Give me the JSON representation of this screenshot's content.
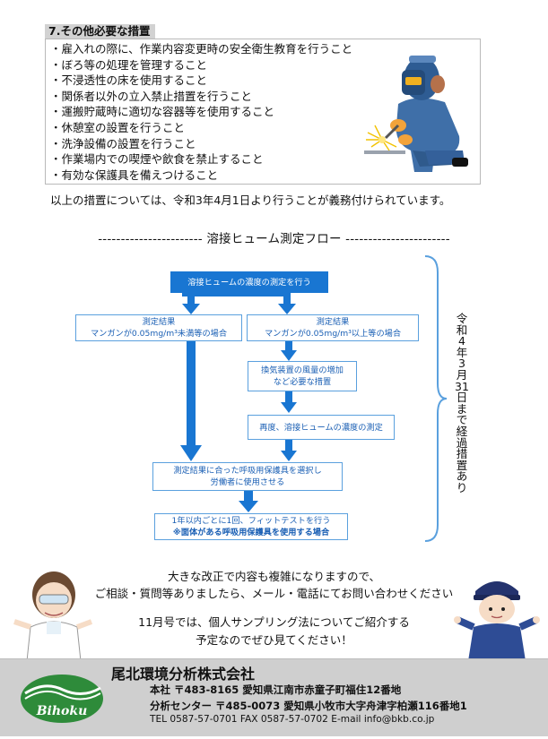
{
  "section": {
    "title": "7.その他必要な措置",
    "items": [
      "・雇入れの際に、作業内容変更時の安全衛生教育を行うこと",
      "・ぼろ等の処理を管理すること",
      "・不浸透性の床を使用すること",
      "・関係者以外の立入禁止措置を行うこと",
      "・運搬貯蔵時に適切な容器等を使用すること",
      "・休憩室の設置を行うこと",
      "・洗浄設備の設置を行うこと",
      "・作業場内での喫煙や飲食を禁止すること",
      "・有効な保護具を備えつけること"
    ],
    "notice": "以上の措置については、令和3年4月1日より行うことが義務付けられています。"
  },
  "flow": {
    "title": "----------------------- 溶接ヒューム測定フロー -----------------------",
    "start": "溶接ヒュームの濃度の測定を行う",
    "left_result_line1": "測定結果",
    "left_result_line2": "マンガンが0.05mg/m³未満等の場合",
    "right_result_line1": "測定結果",
    "right_result_line2": "マンガンが0.05mg/m³以上等の場合",
    "vent_line1": "換気装置の風量の増加",
    "vent_line2": "など必要な措置",
    "remeasure": "再度、溶接ヒュームの濃度の測定",
    "respirator_line1": "測定結果に合った呼吸用保護具を選択し",
    "respirator_line2": "労働者に使用させる",
    "fittest_line1": "1年以内ごとに1回、フィットテストを行う",
    "fittest_line2": "※面体がある呼吸用保護具を使用する場合",
    "deadline": "令和4年3月31日まで経過措置あり"
  },
  "closing": {
    "line1": "大きな改正で内容も複雑になりますので、",
    "line2": "ご相談・質問等ありましたら、メール・電話にてお問い合わせください",
    "line3": "11月号では、個人サンプリング法についてご紹介する",
    "line4": "予定なのでぜひ見てください！"
  },
  "footer": {
    "company": "尾北環境分析株式会社",
    "logo": "Bihoku",
    "head_office": "本社 〒483-8165 愛知県江南市赤童子町福住12番地",
    "analysis_center": "分析センター 〒485-0073 愛知県小牧市大字舟津字柏瀬116番地1",
    "contact": "TEL 0587-57-0701   FAX 0587-57-0702   E-mail info@bkb.co.jp"
  },
  "colors": {
    "flow_blue": "#1976d2",
    "flow_border": "#5aa0de",
    "footer_gray": "#cfcfcf",
    "logo_green": "#2e8b3a"
  },
  "icons": [
    "welder-illustration",
    "scientist-illustration",
    "worker-illustration",
    "bihoku-logo",
    "bracket-icon"
  ]
}
